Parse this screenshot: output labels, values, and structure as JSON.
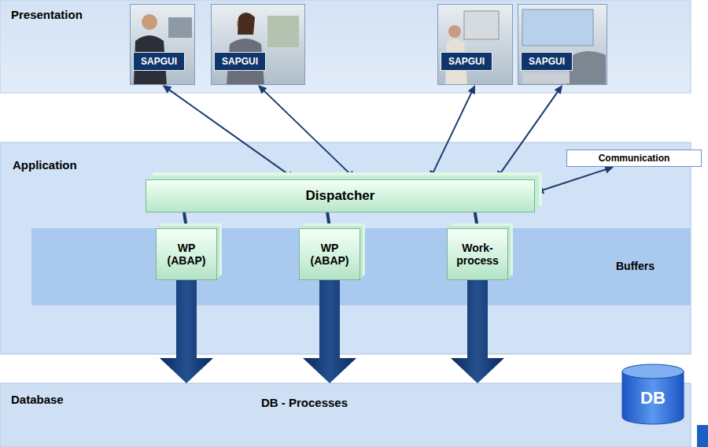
{
  "diagram": {
    "nodes": [
      {
        "text": [
          "Presentation"
        ]
      },
      {
        "text": [
          "SAPGUI"
        ],
        "in": 0
      },
      {
        "text": [
          "SAPGUI"
        ],
        "in": 0
      },
      {
        "text": [
          "SAPGUI"
        ],
        "in": 0
      },
      {
        "text": [
          "SAPGUI"
        ],
        "in": 0
      },
      {
        "text": [
          "Application"
        ]
      },
      {
        "text": [
          "Dispatcher"
        ],
        "in": 5
      },
      {
        "text": [
          "Communication"
        ],
        "in": 5
      },
      {
        "text": [
          "Buffers"
        ],
        "in": 5
      },
      {
        "text": [
          "WP (ABAP)"
        ],
        "in": 8
      },
      {
        "text": [
          "WP (ABAP)"
        ],
        "in": 8
      },
      {
        "text": [
          "Work- process"
        ],
        "in": 8
      },
      {
        "text": [
          "Database",
          "DB - Processes"
        ]
      },
      {
        "text": [
          "DB"
        ],
        "in": 12
      }
    ],
    "edges": [
      {
        "from": 1,
        "to": 6,
        "arrow": "both"
      },
      {
        "from": 2,
        "to": 6,
        "arrow": "both"
      },
      {
        "from": 3,
        "to": 6,
        "arrow": "both"
      },
      {
        "from": 4,
        "to": 6,
        "arrow": "both"
      },
      {
        "from": 6,
        "to": 7,
        "arrow": "both"
      },
      {
        "from": 6,
        "to": 9,
        "arrow": "none"
      },
      {
        "from": 6,
        "to": 10,
        "arrow": "none"
      },
      {
        "from": 6,
        "to": 11,
        "arrow": "none"
      },
      {
        "from": 9,
        "to": 12,
        "arrow": "to"
      },
      {
        "from": 10,
        "to": 12,
        "arrow": "to"
      },
      {
        "from": 11,
        "to": 12,
        "arrow": "to"
      }
    ]
  }
}
